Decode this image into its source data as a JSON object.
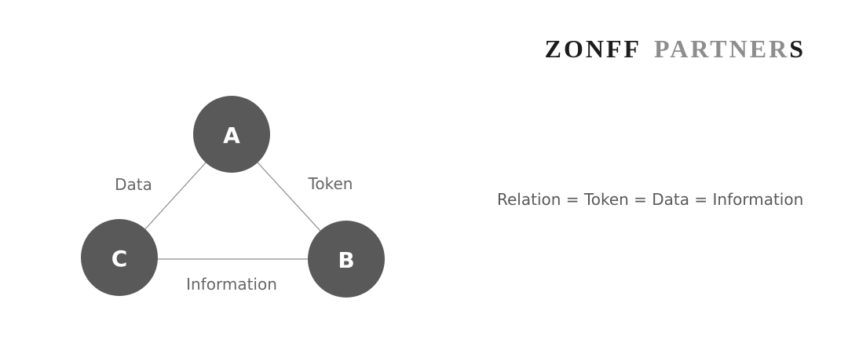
{
  "logo": {
    "part1": "ZONFF",
    "part2": "PARTNER",
    "part3": "S",
    "full_text": "ZONFF PARTNERS",
    "color_dark": "#1c1c1c",
    "color_gray": "#8d8d8d"
  },
  "diagram": {
    "type": "triangle-relationship",
    "nodes": [
      {
        "id": "A",
        "label": "A",
        "position": "top"
      },
      {
        "id": "B",
        "label": "B",
        "position": "bottom-right"
      },
      {
        "id": "C",
        "label": "C",
        "position": "bottom-left"
      }
    ],
    "edges": [
      {
        "from": "C",
        "to": "A",
        "label": "Data"
      },
      {
        "from": "A",
        "to": "B",
        "label": "Token"
      },
      {
        "from": "C",
        "to": "B",
        "label": "Information"
      }
    ],
    "colors": {
      "node_fill": "#595959",
      "node_text": "#ffffff",
      "edge_stroke": "#8c8c8c",
      "edge_label_text": "#666666"
    }
  },
  "equation": {
    "text": "Relation = Token = Data = Information",
    "color": "#595959"
  },
  "background_color": "#ffffff"
}
